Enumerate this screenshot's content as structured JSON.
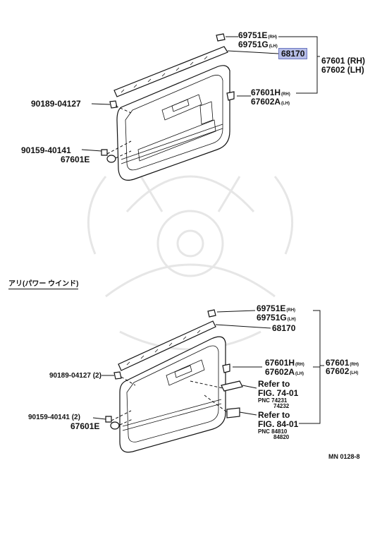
{
  "top": {
    "p69751e": "69751E",
    "p69751e_suffix": "(RH)",
    "p69751g": "69751G",
    "p69751g_suffix": "(LH)",
    "p68170": "68170",
    "p67601_rh": "67601 (RH)",
    "p67602_lh": "67602 (LH)",
    "p67601h": "67601H",
    "p67601h_suffix": "(RH)",
    "p67602a": "67602A",
    "p67602a_suffix": "(LH)",
    "p90189": "90189-04127",
    "p90159": "90159-40141",
    "p67601e": "67601E"
  },
  "section_title": "アリ(パワー ウインド)",
  "bottom": {
    "p69751e": "69751E",
    "p69751e_suffix": "(RH)",
    "p69751g": "69751G",
    "p69751g_suffix": "(LH)",
    "p68170": "68170",
    "p67601h": "67601H",
    "p67601h_suffix": "(RH)",
    "p67602a": "67602A",
    "p67602a_suffix": "(LH)",
    "p67601_rh_num": "67601",
    "p67601_rh_suffix": "(RH)",
    "p67602_lh_num": "67602",
    "p67602_lh_suffix": "(LH)",
    "p90189": "90189-04127 (2)",
    "p90159": "90159-40141 (2)",
    "p67601e": "67601E",
    "ref1_line1": "Refer to",
    "ref1_line2": "FIG. 74-01",
    "ref1_pnc": "PNC 74231",
    "ref1_pnc2": "74232",
    "ref2_line1": "Refer to",
    "ref2_line2": "FIG. 84-01",
    "ref2_pnc": "PNC 84810",
    "ref2_pnc2": "84820"
  },
  "figure_code": "MN 0128-8",
  "colors": {
    "highlight": "#b6bde6",
    "ink": "#111111",
    "watermark": "#e6e6e6"
  }
}
